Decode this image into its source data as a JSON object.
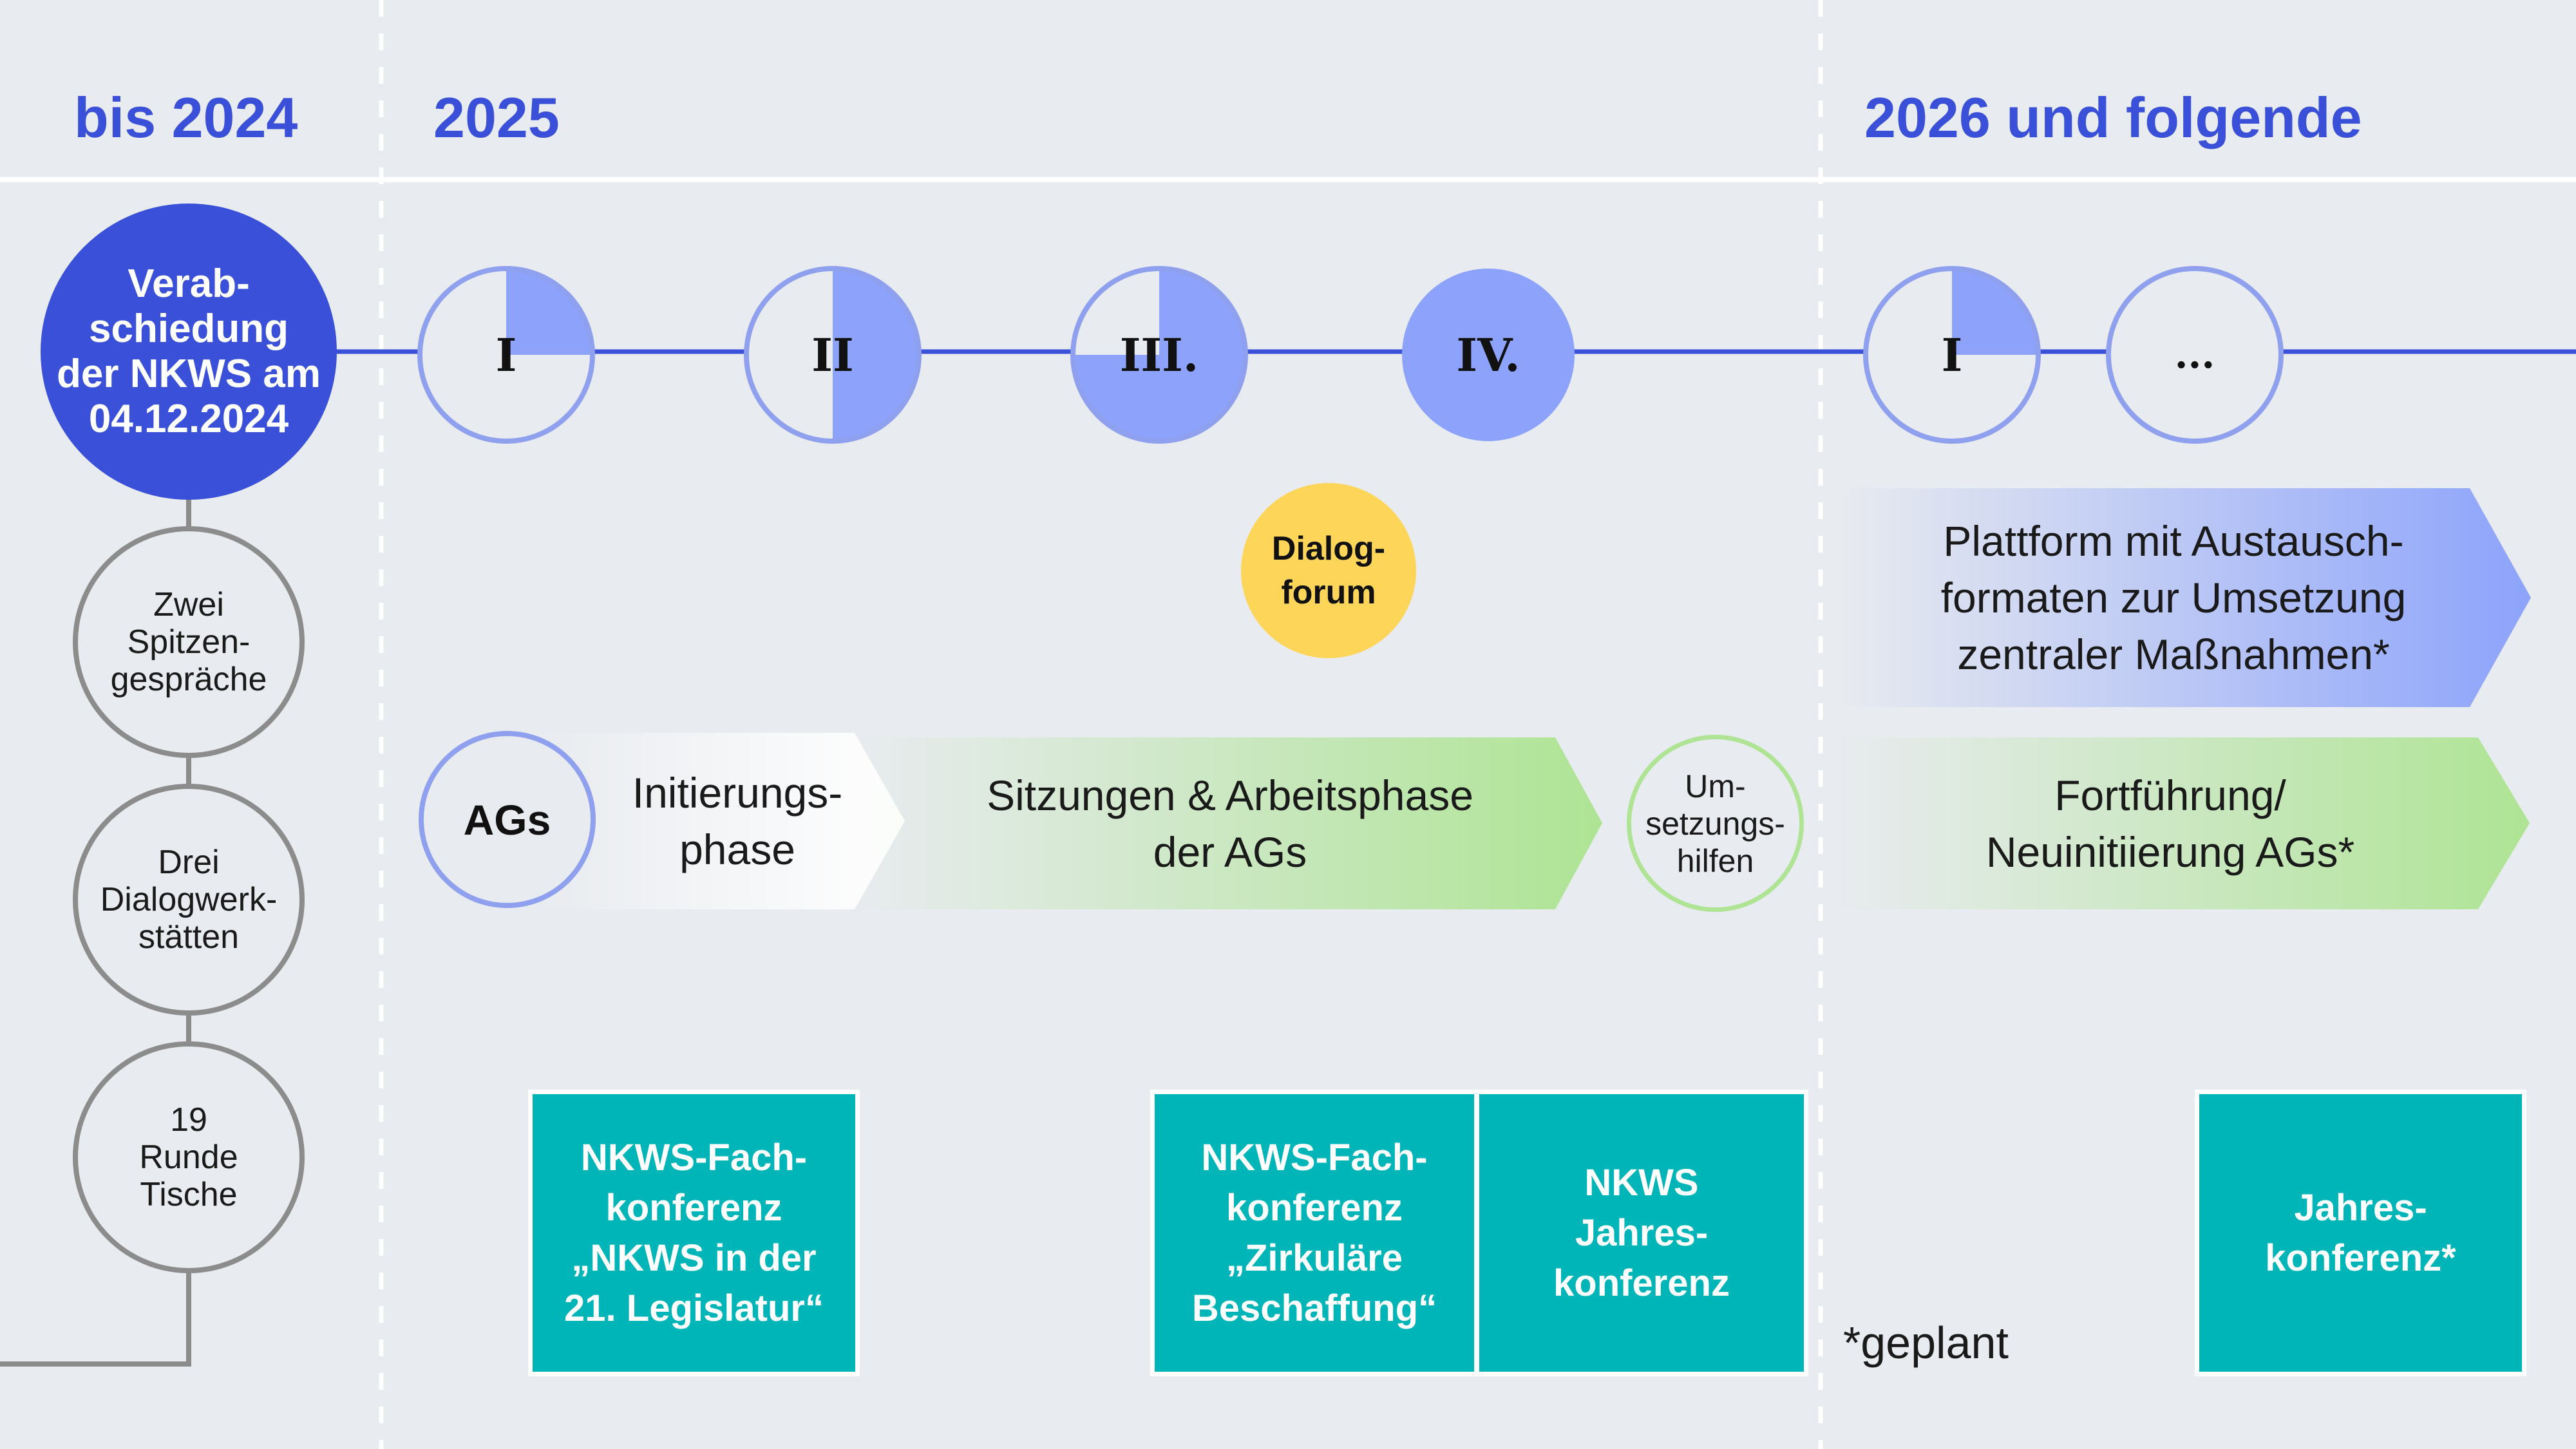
{
  "headers": {
    "col1": "bis 2024",
    "col2": "2025",
    "col3": "2026 und folgende"
  },
  "left_column": {
    "adoption": "Verab-\nschiedung\nder NKWS am\n04.12.2024",
    "items": [
      "Zwei\nSpitzen-\ngespräche",
      "Drei\nDialogwerk-\nstätten",
      "19\nRunde\nTische"
    ]
  },
  "milestones": [
    {
      "label": "I",
      "fill_fraction": 0.25
    },
    {
      "label": "II",
      "fill_fraction": 0.5
    },
    {
      "label": "III.",
      "fill_fraction": 0.75
    },
    {
      "label": "IV.",
      "fill_fraction": 1.0
    },
    {
      "label": "I",
      "fill_fraction": 0.25
    },
    {
      "label": "...",
      "fill_fraction": 0.0
    }
  ],
  "dialog_forum": "Dialog-\nforum",
  "platform": "Plattform mit Austausch-\nformaten zur Umsetzung\nzentraler Maßnahmen*",
  "ags": {
    "label": "AGs",
    "phase1": "Initierungs-\nphase",
    "phase2": "Sitzungen & Arbeitsphase\nder AGs",
    "support": "Um-\nsetzungs-\nhilfen",
    "continuation": "Fortführung/\nNeuinitiierung AGs*"
  },
  "conferences": [
    "NKWS-Fach-\nkonferenz\n„NKWS in der\n21. Legislatur“",
    "NKWS-Fach-\nkonferenz\n„Zirkuläre\nBeschaffung“",
    "NKWS\nJahres-\nkonferenz",
    "Jahres-\nkonferenz*"
  ],
  "footnote": "*geplant",
  "colors": {
    "background": "#e8ebef",
    "primary_blue": "#3a50d8",
    "pie_fill": "#8da3fb",
    "pie_ring": "#8fa0ee",
    "dialog_yellow": "#fcd559",
    "green": "#aee494",
    "teal": "#00b5b8",
    "gray": "#8c8c8c"
  }
}
